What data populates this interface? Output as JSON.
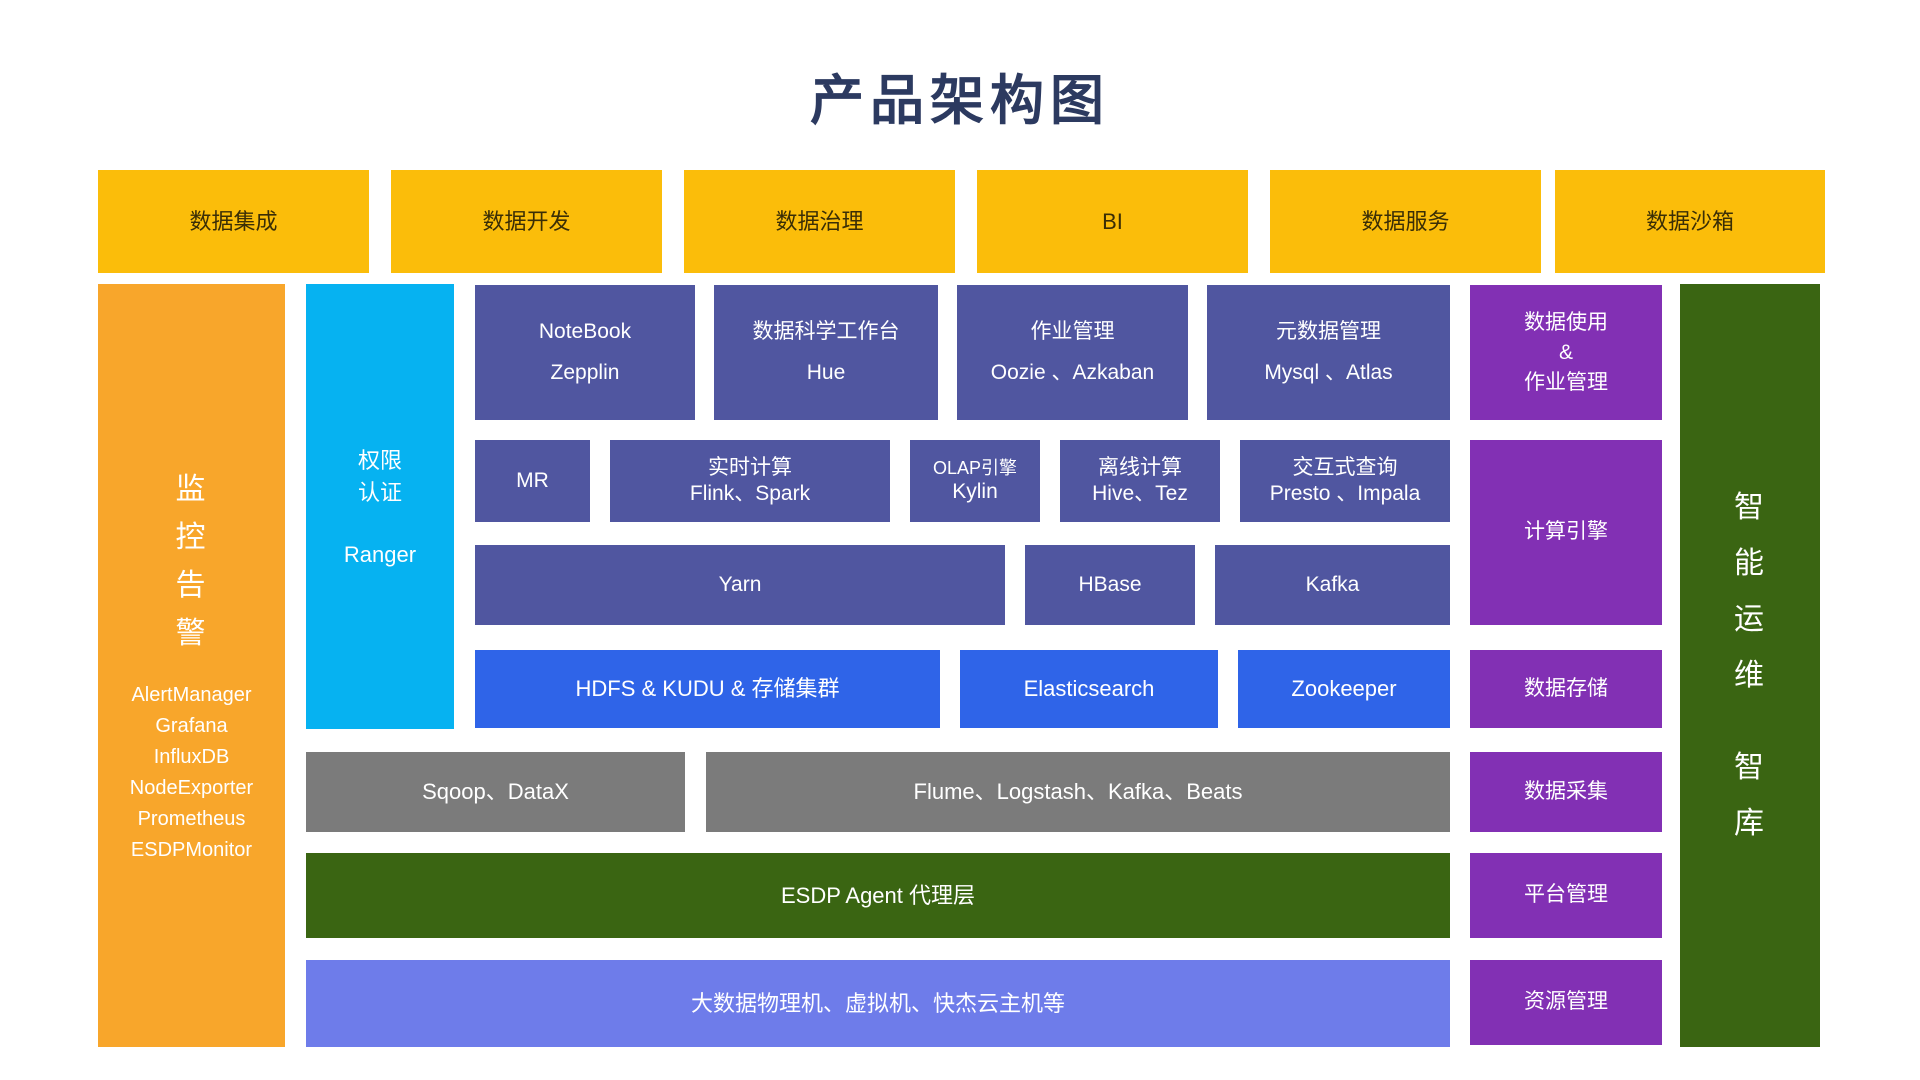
{
  "title": "产品架构图",
  "colors": {
    "title": "#2c3a60",
    "yellow": "#fbbd0a",
    "yellow-text": "#3a2e06",
    "slate": "#5056a0",
    "blue": "#2f64e8",
    "gray": "#7b7b7b",
    "green": "#3a6512",
    "periwinkle": "#6e7cea",
    "purple": "#8230b4",
    "orange": "#f8a62b",
    "cyan": "#06b2f1"
  },
  "top_modules": [
    {
      "label": "数据集成"
    },
    {
      "label": "数据开发"
    },
    {
      "label": "数据治理"
    },
    {
      "label": "BI"
    },
    {
      "label": "数据服务"
    },
    {
      "label": "数据沙箱"
    }
  ],
  "monitoring": {
    "vertical": [
      "监",
      "控",
      "告",
      "警"
    ],
    "tools": [
      "AlertManager",
      "Grafana",
      "InfluxDB",
      "NodeExporter",
      "Prometheus",
      "ESDPMonitor"
    ]
  },
  "auth": {
    "line1": "权限",
    "line2": "认证",
    "tool": "Ranger"
  },
  "stack": {
    "row1": [
      {
        "title": "NoteBook",
        "subtitle": "Zepplin"
      },
      {
        "title": "数据科学工作台",
        "subtitle": "Hue"
      },
      {
        "title": "作业管理",
        "subtitle": "Oozie 、Azkaban"
      },
      {
        "title": "元数据管理",
        "subtitle": "Mysql 、Atlas"
      }
    ],
    "row2": [
      {
        "title": "MR",
        "subtitle": ""
      },
      {
        "title": "实时计算",
        "subtitle": "Flink、Spark"
      },
      {
        "title": "OLAP引擎",
        "subtitle": "Kylin"
      },
      {
        "title": "离线计算",
        "subtitle": "Hive、Tez"
      },
      {
        "title": "交互式查询",
        "subtitle": "Presto 、Impala"
      }
    ],
    "row3": [
      {
        "label": "Yarn"
      },
      {
        "label": "HBase"
      },
      {
        "label": "Kafka"
      }
    ],
    "row4": [
      {
        "label": "HDFS  &  KUDU  &  存储集群"
      },
      {
        "label": "Elasticsearch"
      },
      {
        "label": "Zookeeper"
      }
    ],
    "row5": [
      {
        "label": "Sqoop、DataX"
      },
      {
        "label": "Flume、Logstash、Kafka、Beats"
      }
    ],
    "agent_layer": "ESDP Agent 代理层",
    "infra_layer": "大数据物理机、虚拟机、快杰云主机等"
  },
  "categories": [
    {
      "l1": "数据使用",
      "l2": "&",
      "l3": "作业管理"
    },
    {
      "l1": "计算引擎"
    },
    {
      "l1": "数据存储"
    },
    {
      "l1": "数据采集"
    },
    {
      "l1": "平台管理"
    },
    {
      "l1": "资源管理"
    }
  ],
  "aiops": {
    "vertical1": [
      "智",
      "能",
      "运",
      "维"
    ],
    "vertical2": [
      "智",
      "库"
    ]
  }
}
